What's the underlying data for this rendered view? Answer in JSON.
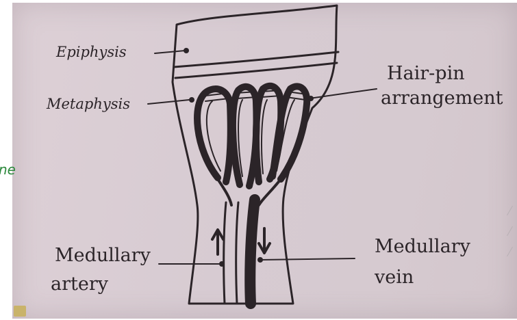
{
  "labels": {
    "epiphysis": "Epiphysis",
    "metaphysis": "Metaphysis",
    "hairpin_line1": "Hair-pin",
    "hairpin_line2": "arrangement",
    "medullary_artery_line1": "Medullary",
    "medullary_artery_line2": "artery",
    "medullary_vein_line1": "Medullary",
    "medullary_vein_line2": "vein"
  },
  "annotation": "ne",
  "colors": {
    "paper": "#d9cdd3",
    "ink": "#2b2428",
    "annotation_green": "#2e8a3e"
  }
}
